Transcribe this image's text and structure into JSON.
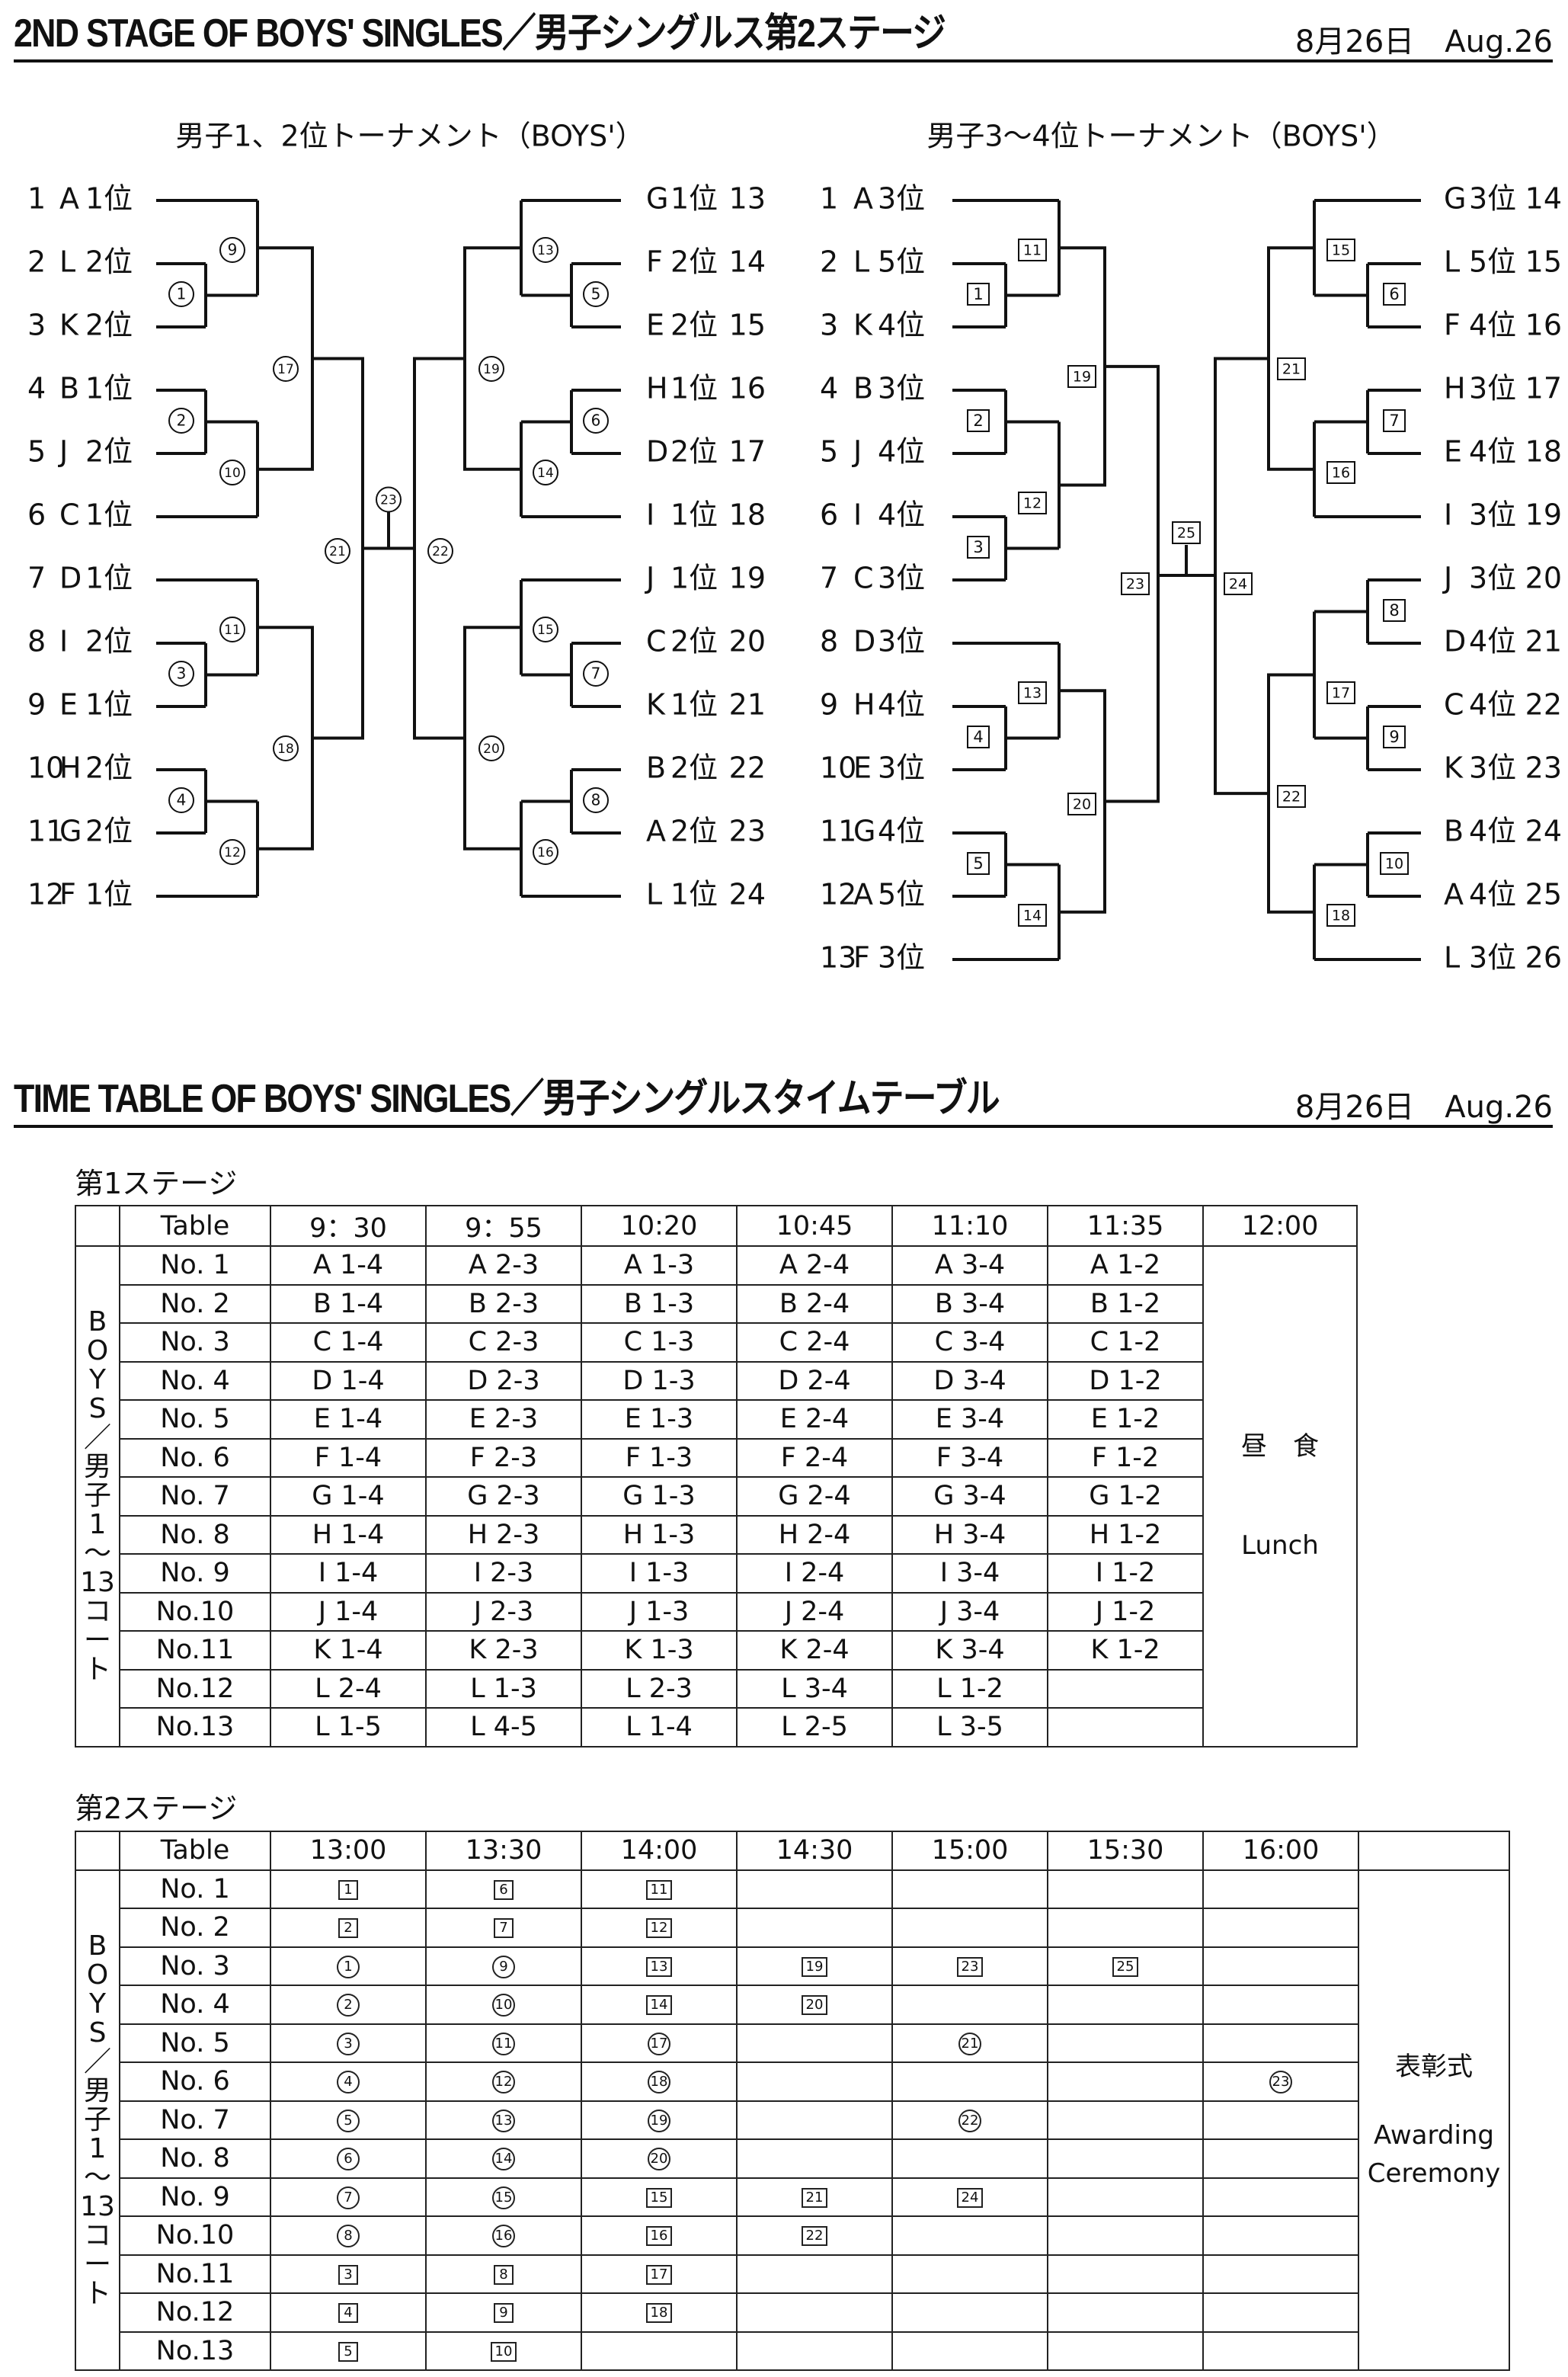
{
  "bracket_header": {
    "title": "2ND STAGE OF BOYS' SINGLES／男子シングルス第2ステージ",
    "date": "8月26日　Aug.26"
  },
  "left_bracket": {
    "title": "男子1、2位トーナメント（BOYS'）",
    "left_players": [
      {
        "num": "1",
        "group": "A",
        "rank": "1位"
      },
      {
        "num": "2",
        "group": "L",
        "rank": "2位"
      },
      {
        "num": "3",
        "group": "K",
        "rank": "2位"
      },
      {
        "num": "4",
        "group": "B",
        "rank": "1位"
      },
      {
        "num": "5",
        "group": "J",
        "rank": "2位"
      },
      {
        "num": "6",
        "group": "C",
        "rank": "1位"
      },
      {
        "num": "7",
        "group": "D",
        "rank": "1位"
      },
      {
        "num": "8",
        "group": "I",
        "rank": "2位"
      },
      {
        "num": "9",
        "group": "E",
        "rank": "1位"
      },
      {
        "num": "10",
        "group": "H",
        "rank": "2位"
      },
      {
        "num": "11",
        "group": "G",
        "rank": "2位"
      },
      {
        "num": "12",
        "group": "F",
        "rank": "1位"
      }
    ],
    "right_players": [
      {
        "num": "13",
        "group": "G",
        "rank": "1位"
      },
      {
        "num": "14",
        "group": "F",
        "rank": "2位"
      },
      {
        "num": "15",
        "group": "E",
        "rank": "2位"
      },
      {
        "num": "16",
        "group": "H",
        "rank": "1位"
      },
      {
        "num": "17",
        "group": "D",
        "rank": "2位"
      },
      {
        "num": "18",
        "group": "I",
        "rank": "1位"
      },
      {
        "num": "19",
        "group": "J",
        "rank": "1位"
      },
      {
        "num": "20",
        "group": "C",
        "rank": "2位"
      },
      {
        "num": "21",
        "group": "K",
        "rank": "1位"
      },
      {
        "num": "22",
        "group": "B",
        "rank": "2位"
      },
      {
        "num": "23",
        "group": "A",
        "rank": "2位"
      },
      {
        "num": "24",
        "group": "L",
        "rank": "1位"
      }
    ],
    "match_labels": [
      "1",
      "2",
      "3",
      "4",
      "5",
      "6",
      "7",
      "8",
      "9",
      "10",
      "11",
      "12",
      "13",
      "14",
      "15",
      "16",
      "17",
      "18",
      "19",
      "20",
      "21",
      "22",
      "23"
    ]
  },
  "right_bracket": {
    "title": "男子3～4位トーナメント（BOYS'）",
    "left_players": [
      {
        "num": "1",
        "group": "A",
        "rank": "3位"
      },
      {
        "num": "2",
        "group": "L",
        "rank": "5位"
      },
      {
        "num": "3",
        "group": "K",
        "rank": "4位"
      },
      {
        "num": "4",
        "group": "B",
        "rank": "3位"
      },
      {
        "num": "5",
        "group": "J",
        "rank": "4位"
      },
      {
        "num": "6",
        "group": "I",
        "rank": "4位"
      },
      {
        "num": "7",
        "group": "C",
        "rank": "3位"
      },
      {
        "num": "8",
        "group": "D",
        "rank": "3位"
      },
      {
        "num": "9",
        "group": "H",
        "rank": "4位"
      },
      {
        "num": "10",
        "group": "E",
        "rank": "3位"
      },
      {
        "num": "11",
        "group": "G",
        "rank": "4位"
      },
      {
        "num": "12",
        "group": "A",
        "rank": "5位"
      },
      {
        "num": "13",
        "group": "F",
        "rank": "3位"
      }
    ],
    "right_players": [
      {
        "num": "14",
        "group": "G",
        "rank": "3位"
      },
      {
        "num": "15",
        "group": "L",
        "rank": "5位"
      },
      {
        "num": "16",
        "group": "F",
        "rank": "4位"
      },
      {
        "num": "17",
        "group": "H",
        "rank": "3位"
      },
      {
        "num": "18",
        "group": "E",
        "rank": "4位"
      },
      {
        "num": "19",
        "group": "I",
        "rank": "3位"
      },
      {
        "num": "20",
        "group": "J",
        "rank": "3位"
      },
      {
        "num": "21",
        "group": "D",
        "rank": "4位"
      },
      {
        "num": "22",
        "group": "C",
        "rank": "4位"
      },
      {
        "num": "23",
        "group": "K",
        "rank": "3位"
      },
      {
        "num": "24",
        "group": "B",
        "rank": "4位"
      },
      {
        "num": "25",
        "group": "A",
        "rank": "4位"
      },
      {
        "num": "26",
        "group": "L",
        "rank": "3位"
      }
    ],
    "match_labels": [
      "1",
      "2",
      "3",
      "4",
      "5",
      "6",
      "7",
      "8",
      "9",
      "10",
      "11",
      "12",
      "13",
      "14",
      "15",
      "16",
      "17",
      "18",
      "19",
      "20",
      "21",
      "22",
      "23",
      "24",
      "25"
    ]
  },
  "timetable_header": {
    "title": "TIME TABLE OF BOYS' SINGLES／男子シングルスタイムテーブル",
    "date": "8月26日　Aug.26"
  },
  "stage1": {
    "label": "第1ステージ",
    "table_label": "Table",
    "side_label": "B O Y S ／ 男 子 1 ～ 13 コ ー ト",
    "times": [
      "9：30",
      "9：55",
      "10:20",
      "10:45",
      "11:10",
      "11:35",
      "12:00"
    ],
    "tables": [
      "No. 1",
      "No. 2",
      "No. 3",
      "No. 4",
      "No. 5",
      "No. 6",
      "No. 7",
      "No. 8",
      "No. 9",
      "No.10",
      "No.11",
      "No.12",
      "No.13"
    ],
    "cells": [
      [
        "A 1-4",
        "A 2-3",
        "A 1-3",
        "A 2-4",
        "A 3-4",
        "A 1-2"
      ],
      [
        "B 1-4",
        "B 2-3",
        "B 1-3",
        "B 2-4",
        "B 3-4",
        "B 1-2"
      ],
      [
        "C 1-4",
        "C 2-3",
        "C 1-3",
        "C 2-4",
        "C 3-4",
        "C 1-2"
      ],
      [
        "D 1-4",
        "D 2-3",
        "D 1-3",
        "D 2-4",
        "D 3-4",
        "D 1-2"
      ],
      [
        "E 1-4",
        "E 2-3",
        "E 1-3",
        "E 2-4",
        "E 3-4",
        "E 1-2"
      ],
      [
        "F 1-4",
        "F 2-3",
        "F 1-3",
        "F 2-4",
        "F 3-4",
        "F 1-2"
      ],
      [
        "G 1-4",
        "G 2-3",
        "G 1-3",
        "G 2-4",
        "G 3-4",
        "G 1-2"
      ],
      [
        "H 1-4",
        "H 2-3",
        "H 1-3",
        "H 2-4",
        "H 3-4",
        "H 1-2"
      ],
      [
        "I 1-4",
        "I 2-3",
        "I 1-3",
        "I 2-4",
        "I 3-4",
        "I 1-2"
      ],
      [
        "J 1-4",
        "J 2-3",
        "J 1-3",
        "J 2-4",
        "J 3-4",
        "J 1-2"
      ],
      [
        "K 1-4",
        "K 2-3",
        "K 1-3",
        "K 2-4",
        "K 3-4",
        "K 1-2"
      ],
      [
        "L 2-4",
        "L 1-3",
        "L 2-3",
        "L 3-4",
        "L 1-2",
        ""
      ],
      [
        "L 1-5",
        "L 4-5",
        "L 1-4",
        "L 2-5",
        "L 3-5",
        ""
      ]
    ],
    "lunch_jp": "昼　食",
    "lunch_en": "Lunch"
  },
  "stage2": {
    "label": "第2ステージ",
    "table_label": "Table",
    "side_label": "B O Y S ／ 男 子 1 ～ 13 コ ー ト",
    "times": [
      "13:00",
      "13:30",
      "14:00",
      "14:30",
      "15:00",
      "15:30",
      "16:00",
      ""
    ],
    "tables": [
      "No. 1",
      "No. 2",
      "No. 3",
      "No. 4",
      "No. 5",
      "No. 6",
      "No. 7",
      "No. 8",
      "No. 9",
      "No.10",
      "No.11",
      "No.12",
      "No.13"
    ],
    "cells": [
      [
        [
          "s",
          "1"
        ],
        [
          "s",
          "6"
        ],
        [
          "s",
          "11"
        ],
        null,
        null,
        null,
        null
      ],
      [
        [
          "s",
          "2"
        ],
        [
          "s",
          "7"
        ],
        [
          "s",
          "12"
        ],
        null,
        null,
        null,
        null
      ],
      [
        [
          "c",
          "1"
        ],
        [
          "c",
          "9"
        ],
        [
          "s",
          "13"
        ],
        [
          "s",
          "19"
        ],
        [
          "s",
          "23"
        ],
        [
          "s",
          "25"
        ],
        null
      ],
      [
        [
          "c",
          "2"
        ],
        [
          "c",
          "10"
        ],
        [
          "s",
          "14"
        ],
        [
          "s",
          "20"
        ],
        null,
        null,
        null
      ],
      [
        [
          "c",
          "3"
        ],
        [
          "c",
          "11"
        ],
        [
          "c",
          "17"
        ],
        null,
        [
          "c",
          "21"
        ],
        null,
        null
      ],
      [
        [
          "c",
          "4"
        ],
        [
          "c",
          "12"
        ],
        [
          "c",
          "18"
        ],
        null,
        null,
        null,
        [
          "c",
          "23"
        ]
      ],
      [
        [
          "c",
          "5"
        ],
        [
          "c",
          "13"
        ],
        [
          "c",
          "19"
        ],
        null,
        [
          "c",
          "22"
        ],
        null,
        null
      ],
      [
        [
          "c",
          "6"
        ],
        [
          "c",
          "14"
        ],
        [
          "c",
          "20"
        ],
        null,
        null,
        null,
        null
      ],
      [
        [
          "c",
          "7"
        ],
        [
          "c",
          "15"
        ],
        [
          "s",
          "15"
        ],
        [
          "s",
          "21"
        ],
        [
          "s",
          "24"
        ],
        null,
        null
      ],
      [
        [
          "c",
          "8"
        ],
        [
          "c",
          "16"
        ],
        [
          "s",
          "16"
        ],
        [
          "s",
          "22"
        ],
        null,
        null,
        null
      ],
      [
        [
          "s",
          "3"
        ],
        [
          "s",
          "8"
        ],
        [
          "s",
          "17"
        ],
        null,
        null,
        null,
        null
      ],
      [
        [
          "s",
          "4"
        ],
        [
          "s",
          "9"
        ],
        [
          "s",
          "18"
        ],
        null,
        null,
        null,
        null
      ],
      [
        [
          "s",
          "5"
        ],
        [
          "s",
          "10"
        ],
        null,
        null,
        null,
        null,
        null
      ]
    ],
    "award_jp": "表彰式",
    "award_en": "Awarding Ceremony"
  }
}
